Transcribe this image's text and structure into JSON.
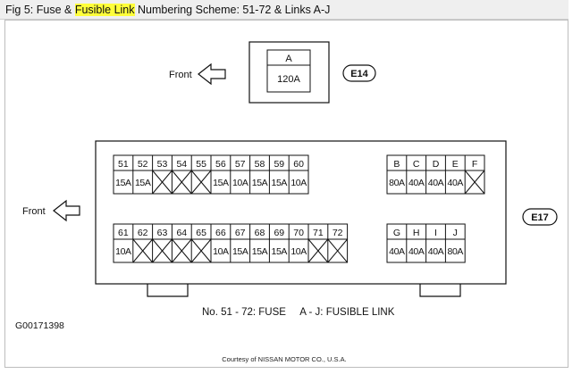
{
  "caption": {
    "prefix": "Fig 5: Fuse & ",
    "highlight": "Fusible Link",
    "suffix": " Numbering Scheme: 51-72 & Links A-J"
  },
  "top_block": {
    "label": "A",
    "rating": "120A",
    "connector": "E14",
    "direction_label": "Front"
  },
  "main_block": {
    "connector": "E17",
    "direction_label": "Front",
    "fuse_rows": [
      [
        {
          "num": "51",
          "rating": "15A"
        },
        {
          "num": "52",
          "rating": "15A"
        },
        {
          "num": "53",
          "rating": ""
        },
        {
          "num": "54",
          "rating": ""
        },
        {
          "num": "55",
          "rating": ""
        },
        {
          "num": "56",
          "rating": "15A"
        },
        {
          "num": "57",
          "rating": "10A"
        },
        {
          "num": "58",
          "rating": "15A"
        },
        {
          "num": "59",
          "rating": "15A"
        },
        {
          "num": "60",
          "rating": "10A"
        }
      ],
      [
        {
          "num": "61",
          "rating": "10A"
        },
        {
          "num": "62",
          "rating": ""
        },
        {
          "num": "63",
          "rating": ""
        },
        {
          "num": "64",
          "rating": ""
        },
        {
          "num": "65",
          "rating": ""
        },
        {
          "num": "66",
          "rating": "10A"
        },
        {
          "num": "67",
          "rating": "15A"
        },
        {
          "num": "68",
          "rating": "15A"
        },
        {
          "num": "69",
          "rating": "15A"
        },
        {
          "num": "70",
          "rating": "10A"
        },
        {
          "num": "71",
          "rating": ""
        },
        {
          "num": "72",
          "rating": ""
        }
      ]
    ],
    "link_rows": [
      [
        {
          "num": "B",
          "rating": "80A"
        },
        {
          "num": "C",
          "rating": "40A"
        },
        {
          "num": "D",
          "rating": "40A"
        },
        {
          "num": "E",
          "rating": "40A"
        },
        {
          "num": "F",
          "rating": ""
        }
      ],
      [
        {
          "num": "G",
          "rating": "40A"
        },
        {
          "num": "H",
          "rating": "40A"
        },
        {
          "num": "I",
          "rating": "40A"
        },
        {
          "num": "J",
          "rating": "80A"
        }
      ]
    ]
  },
  "legend": "No. 51 - 72: FUSE     A - J: FUSIBLE LINK",
  "figure_code": "G00171398",
  "credit": "Courtesy of NISSAN MOTOR CO., U.S.A."
}
